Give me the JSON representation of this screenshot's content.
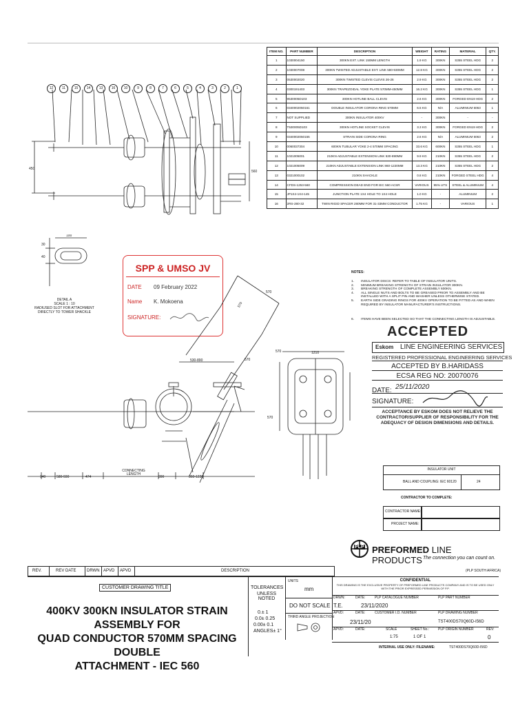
{
  "bom": {
    "headers": [
      "ITEM NO.",
      "PART NUMBER",
      "DESCRIPTION",
      "WEIGHT",
      "RATING",
      "MATERIAL",
      "QTY."
    ],
    "rows": [
      [
        "1",
        "1030004150",
        "300KN EXT. LINK 150MM LENGTH",
        "1.9 KG",
        "300KN",
        "S355 STEEL HDG",
        "2"
      ],
      [
        "2",
        "1030007008",
        "300KN TWISTED ADJUSTABLE EXT. LINK 580-930MM",
        "12.8 KG",
        "300KN",
        "S355 STEEL HDG",
        "2"
      ],
      [
        "3",
        "0530002020",
        "300KN TWISTED CLEVIS CLEVIS 26-26",
        "2.9 KG",
        "300KN",
        "S355 STEEL HDG",
        "2"
      ],
      [
        "4",
        "0300191403",
        "300KN TRAPEZOIDAL YOKE PLATE 570MM-450MM",
        "16.2 KG",
        "300KN",
        "S355 STEEL HDG",
        "1"
      ],
      [
        "5",
        "9530005D103",
        "300KN HOTLINE BALL CLEVIS",
        "2.6 KG",
        "300KN",
        "FORGED EN19 HDG",
        "2"
      ],
      [
        "6",
        "0340002050161",
        "DOUBLE INSULATOR CORONA RING 570MM",
        "6.5 KG",
        "N/A",
        "ALUMINIUM 6063",
        "1"
      ],
      [
        "7",
        "NOT SUPPLIED",
        "300KN INSULATOR 400KV",
        "-",
        "300KN",
        "-",
        "-"
      ],
      [
        "8",
        "T530005D103",
        "300KN HOTLINE SOCKET CLEVIS",
        "3.3 KG",
        "300KN",
        "FORGED EN19 HDG",
        "2"
      ],
      [
        "9",
        "0340002050155",
        "STRAIN SIDE CORONA RING",
        "2.6 KG",
        "N/A",
        "ALUMINIUM 6063",
        "2"
      ],
      [
        "10",
        "0060037304",
        "600KN TUBULAR YOKE 2-4 570MM SPACING",
        "33.6 KG",
        "600KN",
        "S355 STEEL HDG",
        "1"
      ],
      [
        "11",
        "1021005001",
        "210KN ADJUSTABLE EXTENSION LINK 530-890MM",
        "9.9 KG",
        "210KN",
        "S355 STEEL HDG",
        "2"
      ],
      [
        "12",
        "1021005009",
        "210KN ADJUSTABLE EXTENSION LINK 860-1220MM",
        "13.3 KG",
        "210KN",
        "S355 STEEL HDG",
        "2"
      ],
      [
        "13",
        "0321000102",
        "210KN SHACKLE",
        "0.8 KG",
        "210KN",
        "FORGED STEEL HDG",
        "4"
      ],
      [
        "14",
        "CFDS-1253-560",
        "COMPRESSION DEAD END FOR IEC 560 ACSR",
        "VARIOUS",
        "95% UTS",
        "STEEL & ALUMINIUM",
        "4"
      ],
      [
        "15",
        "JP1X4-1X4-145",
        "JUNCTION PLATE 1X4 HOLE TO 1X4 HOLE",
        "1.0 KG",
        "-",
        "ALUMINIUM",
        "2"
      ],
      [
        "16",
        "2RS-280-32",
        "TWIN RIGID SPACER 280MM FOR 31-33MM CONDUCTOR",
        "1.75 KG",
        "-",
        "VARIOUS",
        "1"
      ]
    ]
  },
  "balloons": [
    "12",
    "11",
    "15",
    "14",
    "13",
    "16",
    "10",
    "9",
    "8",
    "7",
    "6",
    "5",
    "4",
    "3",
    "2",
    "1"
  ],
  "dims": {
    "d450": "450",
    "d560": "560",
    "d100": "100",
    "d30": "30",
    "d40": "40",
    "d570a": "570",
    "d570b": "570",
    "d570c": "570",
    "d570d": "570",
    "d570e": "570",
    "d530": "530-890",
    "d1210": "1210",
    "d140": "140",
    "d580": "580-930",
    "d474": "474",
    "d390": "390",
    "d860": "860-1220",
    "connecting": "CONNECTING\nLENGTH"
  },
  "detail": {
    "line1": "DETAIL A",
    "line2": "SCALE 1 : 10",
    "line3": "RADIUSED SLOT FOR ATTACHMENT",
    "line4": "DIRECTLY TO TOWER SHACKLE"
  },
  "spp_stamp": {
    "title": "SPP & UMSO JV",
    "date_label": "DATE",
    "date_value": "09 February 2022",
    "name_label": "Name",
    "name_value": "K. Mokoena",
    "signature_label": "SIGNATURE:"
  },
  "notes": {
    "heading": "NOTES:",
    "items": [
      "INSULATOR DISCS: REFER TO TABLE OF INSULATOR UNITS.",
      "MINIMUM BREAKING STRENGTH OF STRAIN INSULATOR 300KN.",
      "BREAKING STRENGTH OF COMPLETE ASSEMBLY 600KN.",
      "ALL SINGLE NUTS AND BOLTS TO BE GREASED PRIOR TO ASSEMBLY AND BE INSTALLED WITH A SPLIT PIN AND WASHER UNLESS OTHERWISE STATED.",
      "EARTH SIDE GRADING RINGS FOR 400KV OPERATION TO BE FITTED AS AND WHEN REQUIRED BY INSULATOR MANUFACTURER'S INSTRUCTIONS.",
      "ITEMS HAVE BEEN SELECTED SO THAT THE CONNECTING LENGTH IS ADJUSTABLE."
    ],
    "numbers": [
      "1.",
      "2.",
      "3.",
      "4.",
      "5.",
      "6."
    ]
  },
  "eskom_stamp": {
    "accepted": "ACCEPTED",
    "eskom": "Eskom",
    "services": "LINE ENGINEERING SERVICES",
    "registered": "REGISTERED PROFESSIONAL ENGINEERING SERVICES",
    "accepted_by": "ACCEPTED BY B.HARIDASS",
    "ecsa": "ECSA REG NO: 20070076",
    "date_label": "DATE:",
    "date_value": "25/11/2020",
    "signature_label": "SIGNATURE:",
    "disclaimer": "ACCEPTANCE BY ESKOM DOES NOT RELIEVE THE CONTRACTOR/SUPPLIER OF RESPONSIBILITY FOR THE ADEQUACY OF DESIGN DIMENSIONS AND DETAILS."
  },
  "insulator_unit": {
    "header": "INSULATOR UNIT",
    "row_label": "BALL AND COUPLING: IEC 60120",
    "row_value": "24"
  },
  "contractor": {
    "header": "CONTRACTOR TO COMPLETE:",
    "name_label": "CONTRACTOR NAME:",
    "project_label": "PROJECT NAME:"
  },
  "logo": {
    "brand": "PLP",
    "name_bold": "PREFORMED",
    "name_rest": "LINE PRODUCTS",
    "tagline": "The connection you can count on.",
    "region": "(PLP SOUTH AFRICA)"
  },
  "rev_row": {
    "rev": "REV.",
    "rev_date": "REV DATE",
    "drwn": "DRWN",
    "apvd1": "APVD",
    "apvd2": "APVD",
    "description": "DESCRIPTION"
  },
  "title_block": {
    "customer_title": "CUSTOMER DRAWING TITLE",
    "title_line1": "400KV 300KN INSULATOR STRAIN ASSEMBLY FOR",
    "title_line2": "QUAD CONDUCTOR 570MM SPACING DOUBLE",
    "title_line3": "ATTACHMENT - IEC 560",
    "tolerances": "TOLERANCES",
    "unless_noted": "UNLESS NOTED",
    "tol1": "0.± 1",
    "tol2": "0.0± 0.25",
    "tol3": "0.00± 0.1",
    "tol4": "ANGLES± 1°",
    "units_label": "UNITS",
    "units_value": "mm",
    "do_not_scale": "DO NOT SCALE",
    "third_angle": "THIRD ANGLE PROJECTION",
    "confidential": "CONFIDENTIAL",
    "confidential_text": "THIS DRAWING IS THE EXCLUSIVE PROPERTY OF PREFORMED LINE PRODUCTS COMPANY AND IS TO BE USED ONLY WITH THE PRIOR EXPRESSED PERMISSION OF P.P.",
    "drwn_label": "DRWN:",
    "drwn_value": "T.E.",
    "drwn_date": "23/11/2020",
    "apvd_label": "APVD:",
    "apvd_date": "23/11/20",
    "apvd2_label": "APVD:",
    "date_label": "DATE:",
    "plp_cat_label": "PLP CATALOGUE NUMBER",
    "plp_part_label": "PLP PART NUMBER",
    "cust_id_label": "CUSTOMER I.D. NUMBER",
    "plp_drawing_label": "PLP DRAWING NUMBER",
    "plp_drawing_value": "TST400DS70Q60D-I56D",
    "scale_label": "SCALE",
    "scale_value": "1:75",
    "sheet_label": "SHEET No.:",
    "sheet_value": "1 OF 1",
    "plp_origin_label": "PLP ORIGIN NUMBER",
    "rev_label": "REV:",
    "rev_value": "0",
    "internal": "INTERNAL USE ONLY: FILENAME:",
    "filename": "TST400DS70Q60D-I56D"
  }
}
